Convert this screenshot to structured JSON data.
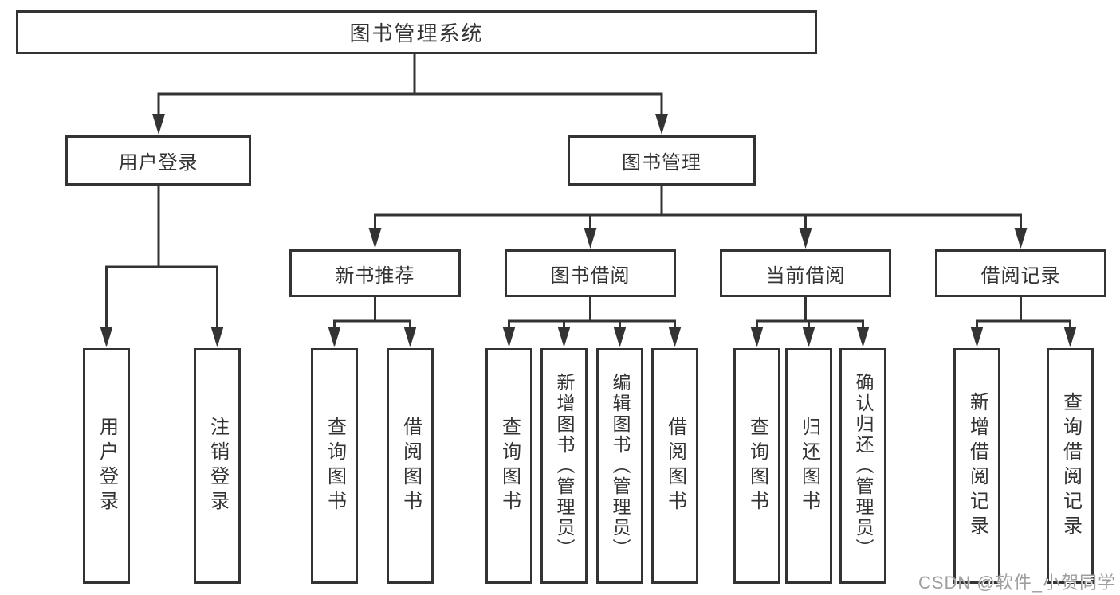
{
  "diagram": {
    "title": "图书管理系统",
    "level2": {
      "user_login": "用户登录",
      "book_mgmt": "图书管理"
    },
    "level3": {
      "new_book_rec": "新书推荐",
      "book_borrow": "图书借阅",
      "current_borrow": "当前借阅",
      "borrow_record": "借阅记录"
    },
    "leaves": {
      "login": "用户登录",
      "logout": "注销登录",
      "rec_query_book": "查询图书",
      "rec_borrow_book": "借阅图书",
      "bb_query_book": "查询图书",
      "bb_add_book": "新增图书（管理员）",
      "bb_edit_book": "编辑图书（管理员）",
      "bb_borrow_book": "借阅图书",
      "cb_query_book": "查询图书",
      "cb_return_book": "归还图书",
      "cb_confirm_return": "确认归还（管理员）",
      "br_add_record": "新增借阅记录",
      "br_query_record": "查询借阅记录"
    }
  },
  "watermark": {
    "text": "CSDN @软件_小贺同学"
  },
  "colors": {
    "line": "#333333",
    "box_border": "#333333",
    "text": "#333333",
    "background": "#ffffff",
    "watermark": "#9e9e9e"
  }
}
